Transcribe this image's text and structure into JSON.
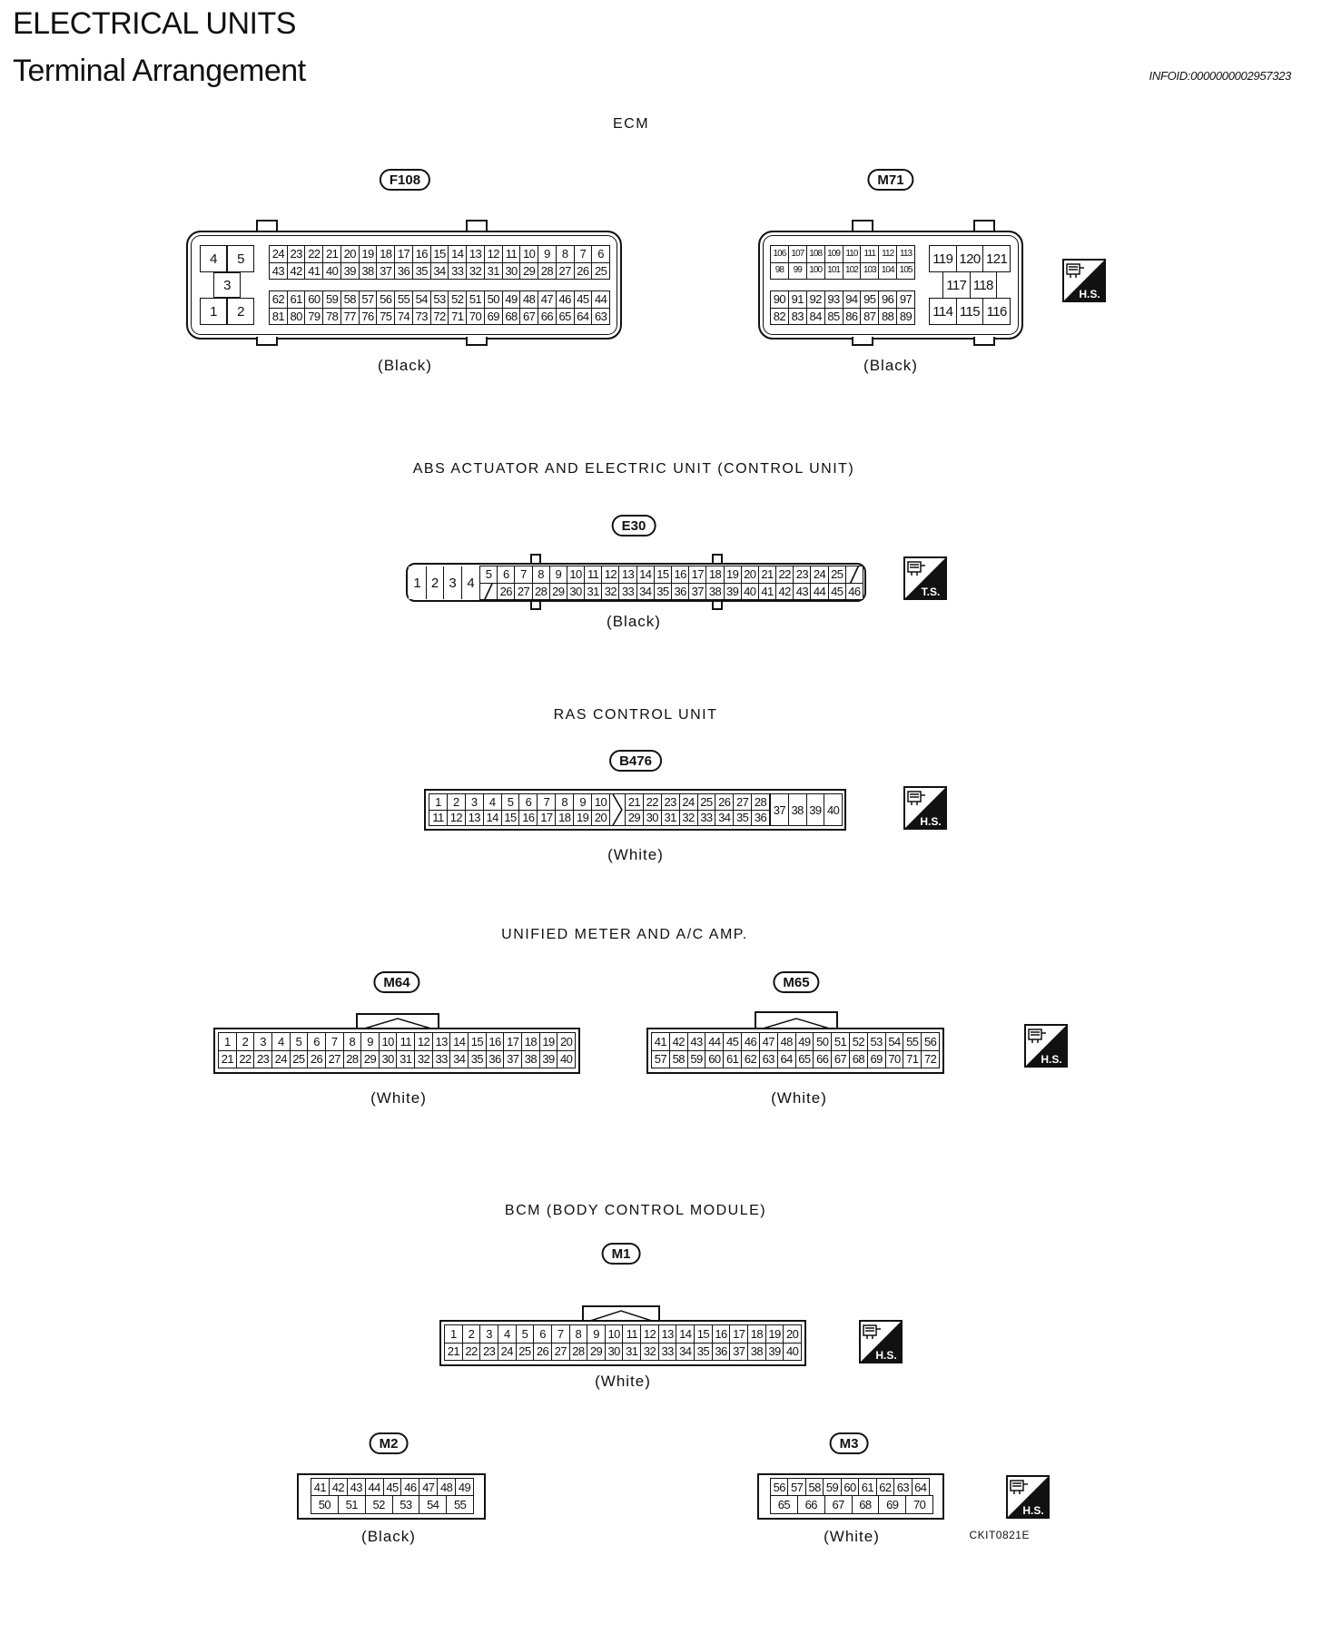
{
  "header": {
    "title": "ELECTRICAL UNITS",
    "subtitle": "Terminal Arrangement",
    "info_id": "INFOID:0000000002957323"
  },
  "footer": {
    "code": "CKIT0821E"
  },
  "icons": {
    "harness_side": "H.S.",
    "terminal_side": "T.S.",
    "icon_name": "connector-side-icon"
  },
  "sections": {
    "ecm": {
      "title": "ECM",
      "f108": {
        "label": "F108",
        "color": "(Black)",
        "left_block": [
          "4",
          "5",
          "3",
          "1",
          "2"
        ],
        "row1": [
          "24",
          "23",
          "22",
          "21",
          "20",
          "19",
          "18",
          "17",
          "16",
          "15",
          "14",
          "13",
          "12",
          "11",
          "10",
          "9",
          "8",
          "7",
          "6"
        ],
        "row2": [
          "43",
          "42",
          "41",
          "40",
          "39",
          "38",
          "37",
          "36",
          "35",
          "34",
          "33",
          "32",
          "31",
          "30",
          "29",
          "28",
          "27",
          "26",
          "25"
        ],
        "row3": [
          "62",
          "61",
          "60",
          "59",
          "58",
          "57",
          "56",
          "55",
          "54",
          "53",
          "52",
          "51",
          "50",
          "49",
          "48",
          "47",
          "46",
          "45",
          "44"
        ],
        "row4": [
          "81",
          "80",
          "79",
          "78",
          "77",
          "76",
          "75",
          "74",
          "73",
          "72",
          "71",
          "70",
          "69",
          "68",
          "67",
          "66",
          "65",
          "64",
          "63"
        ]
      },
      "m71": {
        "label": "M71",
        "color": "(Black)",
        "row1": [
          "106",
          "107",
          "108",
          "109",
          "110",
          "111",
          "112",
          "113"
        ],
        "row2": [
          "98",
          "99",
          "100",
          "101",
          "102",
          "103",
          "104",
          "105"
        ],
        "row3": [
          "90",
          "91",
          "92",
          "93",
          "94",
          "95",
          "96",
          "97"
        ],
        "row4": [
          "82",
          "83",
          "84",
          "85",
          "86",
          "87",
          "88",
          "89"
        ],
        "right_top": [
          "119",
          "120",
          "121"
        ],
        "right_mid": [
          "117",
          "118"
        ],
        "right_bot": [
          "114",
          "115",
          "116"
        ]
      }
    },
    "abs": {
      "title": "ABS ACTUATOR AND ELECTRIC UNIT (CONTROL UNIT)",
      "e30": {
        "label": "E30",
        "color": "(Black)",
        "left": [
          "1",
          "2",
          "3",
          "4"
        ],
        "row1": [
          "5",
          "6",
          "7",
          "8",
          "9",
          "10",
          "11",
          "12",
          "13",
          "14",
          "15",
          "16",
          "17",
          "18",
          "19",
          "20",
          "21",
          "22",
          "23",
          "24",
          "25"
        ],
        "row2": [
          "26",
          "27",
          "28",
          "29",
          "30",
          "31",
          "32",
          "33",
          "34",
          "35",
          "36",
          "37",
          "38",
          "39",
          "40",
          "41",
          "42",
          "43",
          "44",
          "45",
          "46"
        ]
      }
    },
    "ras": {
      "title": "RAS CONTROL UNIT",
      "b476": {
        "label": "B476",
        "color": "(White)",
        "row1a": [
          "1",
          "2",
          "3",
          "4",
          "5",
          "6",
          "7",
          "8",
          "9",
          "10"
        ],
        "row1b": [
          "21",
          "22",
          "23",
          "24",
          "25",
          "26",
          "27",
          "28"
        ],
        "row2a": [
          "11",
          "12",
          "13",
          "14",
          "15",
          "16",
          "17",
          "18",
          "19",
          "20"
        ],
        "row2b": [
          "29",
          "30",
          "31",
          "32",
          "33",
          "34",
          "35",
          "36"
        ],
        "tall": [
          "37",
          "38",
          "39",
          "40"
        ]
      }
    },
    "meter": {
      "title": "UNIFIED METER AND A/C AMP.",
      "m64": {
        "label": "M64",
        "color": "(White)",
        "row1": [
          "1",
          "2",
          "3",
          "4",
          "5",
          "6",
          "7",
          "8",
          "9",
          "10",
          "11",
          "12",
          "13",
          "14",
          "15",
          "16",
          "17",
          "18",
          "19",
          "20"
        ],
        "row2": [
          "21",
          "22",
          "23",
          "24",
          "25",
          "26",
          "27",
          "28",
          "29",
          "30",
          "31",
          "32",
          "33",
          "34",
          "35",
          "36",
          "37",
          "38",
          "39",
          "40"
        ]
      },
      "m65": {
        "label": "M65",
        "color": "(White)",
        "row1": [
          "41",
          "42",
          "43",
          "44",
          "45",
          "46",
          "47",
          "48",
          "49",
          "50",
          "51",
          "52",
          "53",
          "54",
          "55",
          "56"
        ],
        "row2": [
          "57",
          "58",
          "59",
          "60",
          "61",
          "62",
          "63",
          "64",
          "65",
          "66",
          "67",
          "68",
          "69",
          "70",
          "71",
          "72"
        ]
      }
    },
    "bcm": {
      "title": "BCM (BODY CONTROL MODULE)",
      "m1": {
        "label": "M1",
        "color": "(White)",
        "row1": [
          "1",
          "2",
          "3",
          "4",
          "5",
          "6",
          "7",
          "8",
          "9",
          "10",
          "11",
          "12",
          "13",
          "14",
          "15",
          "16",
          "17",
          "18",
          "19",
          "20"
        ],
        "row2": [
          "21",
          "22",
          "23",
          "24",
          "25",
          "26",
          "27",
          "28",
          "29",
          "30",
          "31",
          "32",
          "33",
          "34",
          "35",
          "36",
          "37",
          "38",
          "39",
          "40"
        ]
      },
      "m2": {
        "label": "M2",
        "color": "(Black)",
        "row1": [
          "41",
          "42",
          "43",
          "44",
          "45",
          "46",
          "47",
          "48",
          "49"
        ],
        "row2": [
          "50",
          "51",
          "52",
          "53",
          "54",
          "55"
        ]
      },
      "m3": {
        "label": "M3",
        "color": "(White)",
        "row1": [
          "56",
          "57",
          "58",
          "59",
          "60",
          "61",
          "62",
          "63",
          "64"
        ],
        "row2": [
          "65",
          "66",
          "67",
          "68",
          "69",
          "70"
        ]
      }
    }
  }
}
